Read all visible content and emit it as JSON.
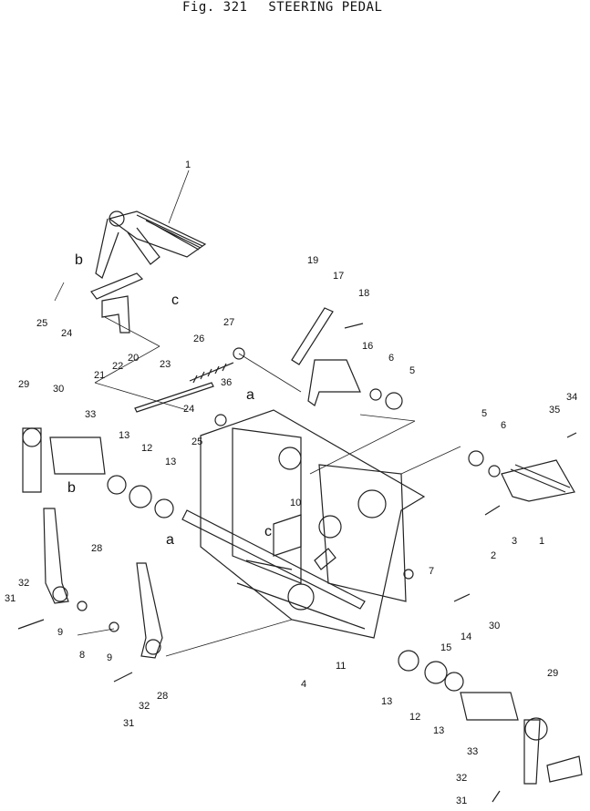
{
  "figure": {
    "number": "Fig. 321",
    "name": "STEERING PEDAL"
  },
  "callouts": [
    "1",
    "2",
    "3",
    "4",
    "5",
    "6",
    "7",
    "8",
    "9",
    "10",
    "11",
    "12",
    "13",
    "14",
    "15",
    "16",
    "17",
    "18",
    "19",
    "20",
    "21",
    "22",
    "23",
    "24",
    "25",
    "26",
    "27",
    "28",
    "29",
    "30",
    "31",
    "32",
    "33",
    "34",
    "35",
    "36"
  ],
  "reference_letters": [
    "a",
    "b",
    "c"
  ]
}
